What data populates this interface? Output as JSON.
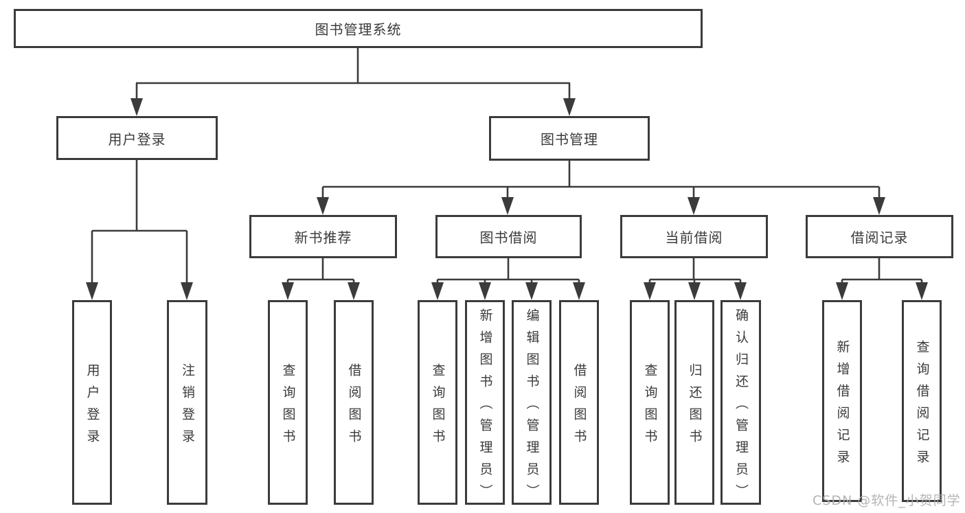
{
  "tree": {
    "root": {
      "label": "图书管理系统"
    },
    "children": [
      {
        "label": "用户登录",
        "children": [
          {
            "label": "用户登录"
          },
          {
            "label": "注销登录"
          }
        ]
      },
      {
        "label": "图书管理",
        "children": [
          {
            "label": "新书推荐",
            "children": [
              {
                "label": "查询图书"
              },
              {
                "label": "借阅图书"
              }
            ]
          },
          {
            "label": "图书借阅",
            "children": [
              {
                "label": "查询图书"
              },
              {
                "label": "新增图书（管理员）"
              },
              {
                "label": "编辑图书（管理员）"
              },
              {
                "label": "借阅图书"
              }
            ]
          },
          {
            "label": "当前借阅",
            "children": [
              {
                "label": "查询图书"
              },
              {
                "label": "归还图书"
              },
              {
                "label": "确认归还（管理员）"
              }
            ]
          },
          {
            "label": "借阅记录",
            "children": [
              {
                "label": "新增借阅记录"
              },
              {
                "label": "查询借阅记录"
              }
            ]
          }
        ]
      }
    ]
  },
  "watermark": {
    "text": "CSDN @软件_小贺同学"
  },
  "colors": {
    "line": "#3b3b3b",
    "border": "#3b3b3b",
    "text": "#3a3a3a",
    "watermark": "#aeaeae",
    "background": "#ffffff"
  }
}
